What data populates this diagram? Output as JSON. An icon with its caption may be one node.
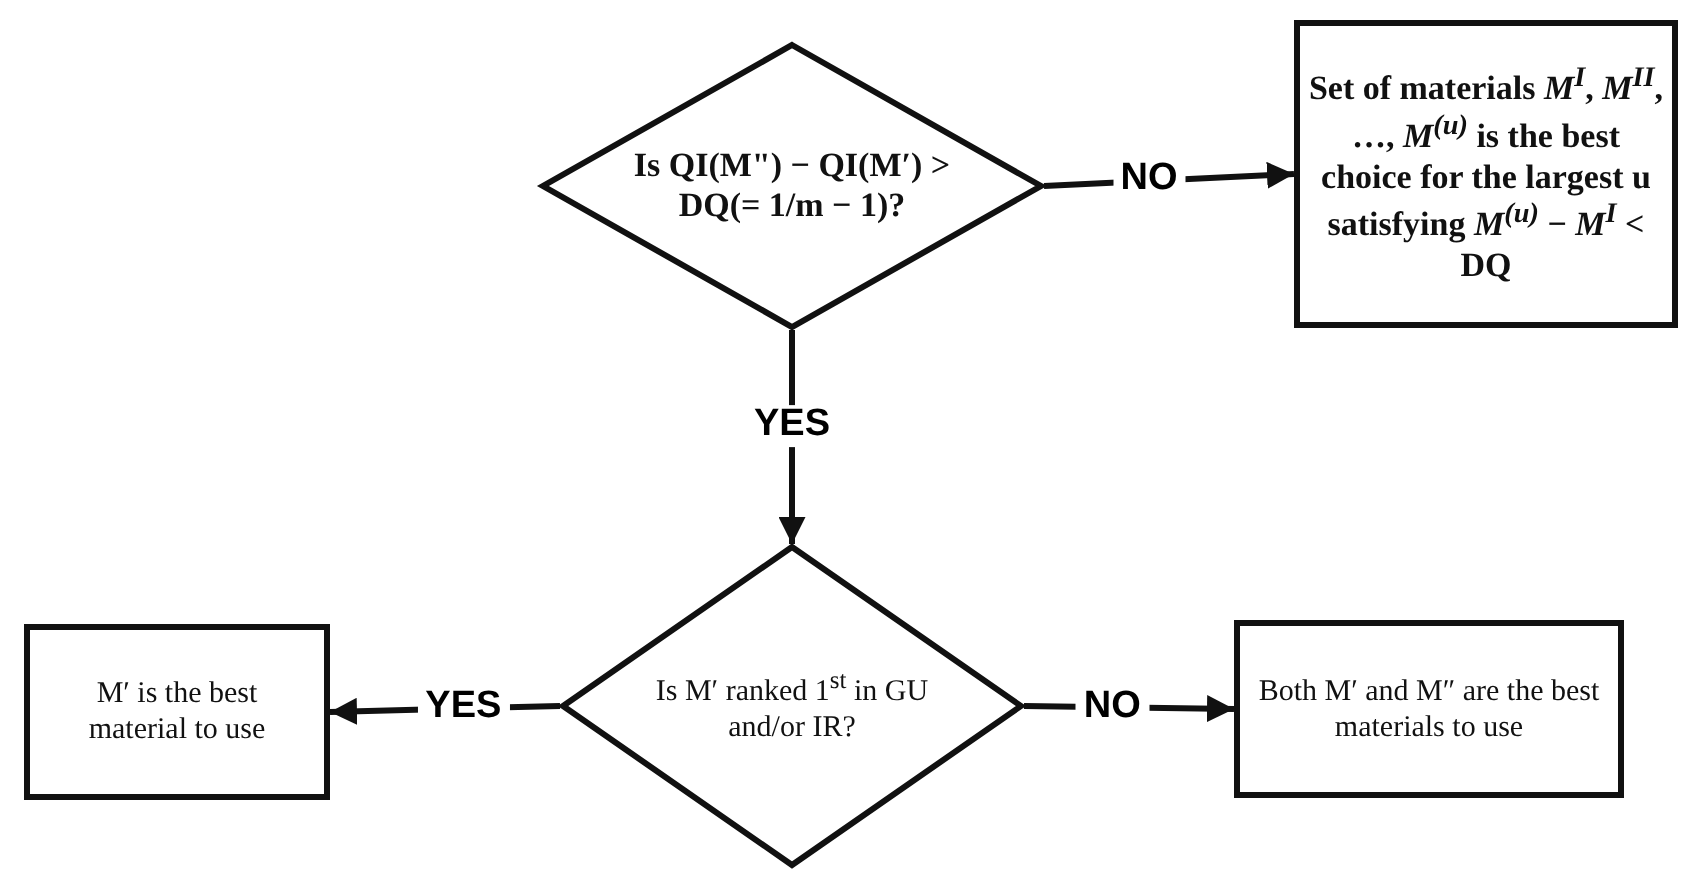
{
  "diagram": {
    "nodes": [
      {
        "text": [
          "Is QI(M\") − QI(M′) > DQ(= 1/m − 1)?"
        ]
      },
      {
        "text": [
          "Set of materials *M*$^{I}$, *M*$^{II}$, …, *M*$^{(u)}$ is the best choice for the largest u satisfying *M*$^{(u)}$ − *M*$^{I}$ < DQ"
        ]
      },
      {
        "text": [
          "Is M′ ranked 1$^{st}$ in GU and/or IR?"
        ]
      },
      {
        "text": [
          "M′ is the best material to use"
        ]
      },
      {
        "text": [
          "Both M′ and M″ are the best materials to use"
        ]
      }
    ],
    "edges": [
      {
        "from": 0,
        "to": 1,
        "arrow": "to",
        "label": "NO"
      },
      {
        "from": 0,
        "to": 2,
        "arrow": "to",
        "label": "YES"
      },
      {
        "from": 2,
        "to": 3,
        "arrow": "to",
        "label": "YES"
      },
      {
        "from": 2,
        "to": 4,
        "arrow": "to",
        "label": "NO"
      }
    ]
  }
}
